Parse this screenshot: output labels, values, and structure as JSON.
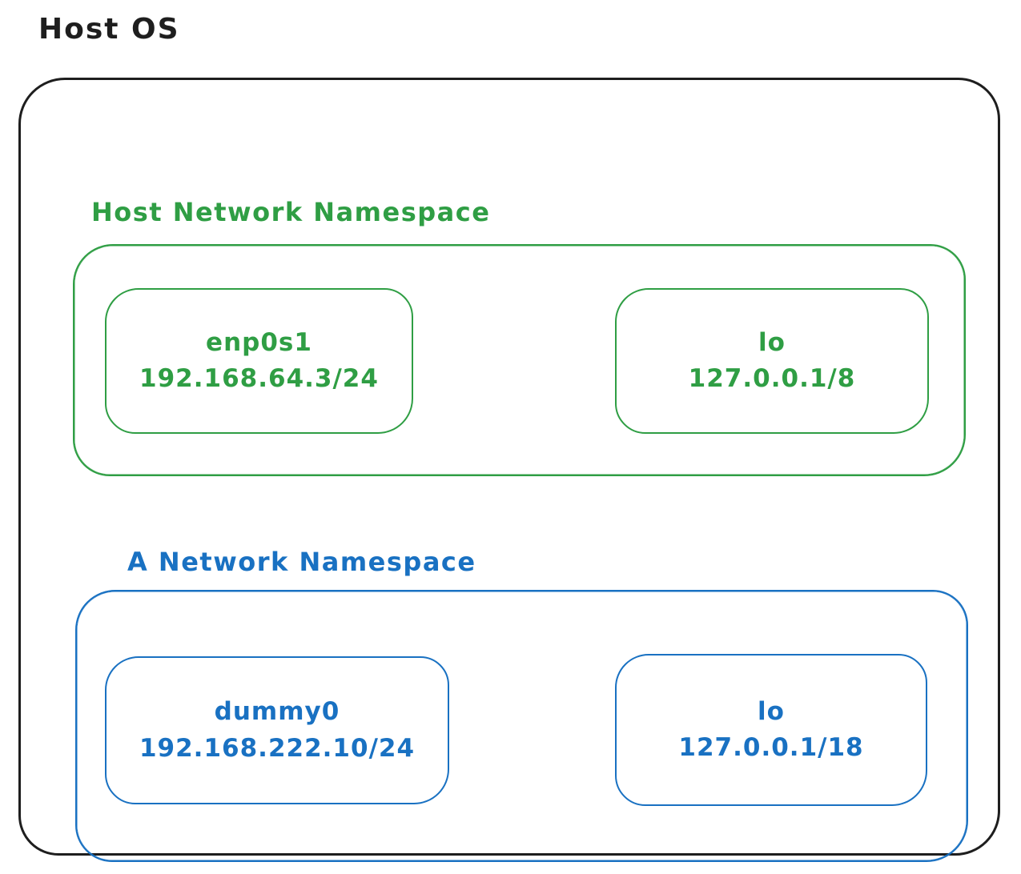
{
  "title": "Host OS",
  "colors": {
    "black": "#1e1e1e",
    "green": "#2f9e44",
    "blue": "#1971c2",
    "background": "#ffffff"
  },
  "namespaces": [
    {
      "label": "Host Network Namespace",
      "color": "#2f9e44",
      "interfaces": [
        {
          "name": "enp0s1",
          "address": "192.168.64.3/24"
        },
        {
          "name": "lo",
          "address": "127.0.0.1/8"
        }
      ]
    },
    {
      "label": "A Network Namespace",
      "color": "#1971c2",
      "interfaces": [
        {
          "name": "dummy0",
          "address": "192.168.222.10/24"
        },
        {
          "name": "lo",
          "address": "127.0.0.1/18"
        }
      ]
    }
  ]
}
